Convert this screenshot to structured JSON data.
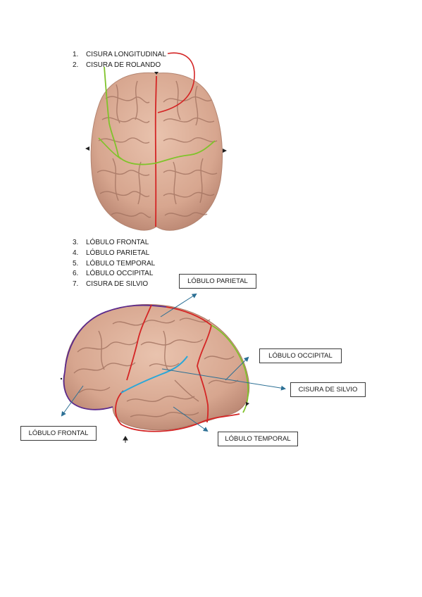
{
  "list_top": [
    {
      "num": "1.",
      "label": "CISURA LONGITUDINAL"
    },
    {
      "num": "2.",
      "label": "CISURA DE ROLANDO"
    }
  ],
  "list_bottom": [
    {
      "num": "3.",
      "label": "LÓBULO FRONTAL"
    },
    {
      "num": "4.",
      "label": "LÓBULO PARIETAL"
    },
    {
      "num": "5.",
      "label": "LÓBULO TEMPORAL"
    },
    {
      "num": "6.",
      "label": "LÓBULO OCCIPITAL"
    },
    {
      "num": "7.",
      "label": "CISURA DE SILVIO"
    }
  ],
  "labels": {
    "parietal": "LÓBULO PARIETAL",
    "occipital": "LÓBULO OCCIPITAL",
    "silvio": "CISURA DE SILVIO",
    "frontal": "LÓBULO FRONTAL",
    "temporal": "LÓBULO TEMPORAL"
  },
  "colors": {
    "brain": "#dcae98",
    "brain_shadow": "#b98672",
    "longitudinal": "#d42525",
    "rolando": "#7fc32a",
    "silvio": "#2aa7d8",
    "frontal_outline": "#5b2a8c",
    "arrow": "#2b6f94"
  }
}
